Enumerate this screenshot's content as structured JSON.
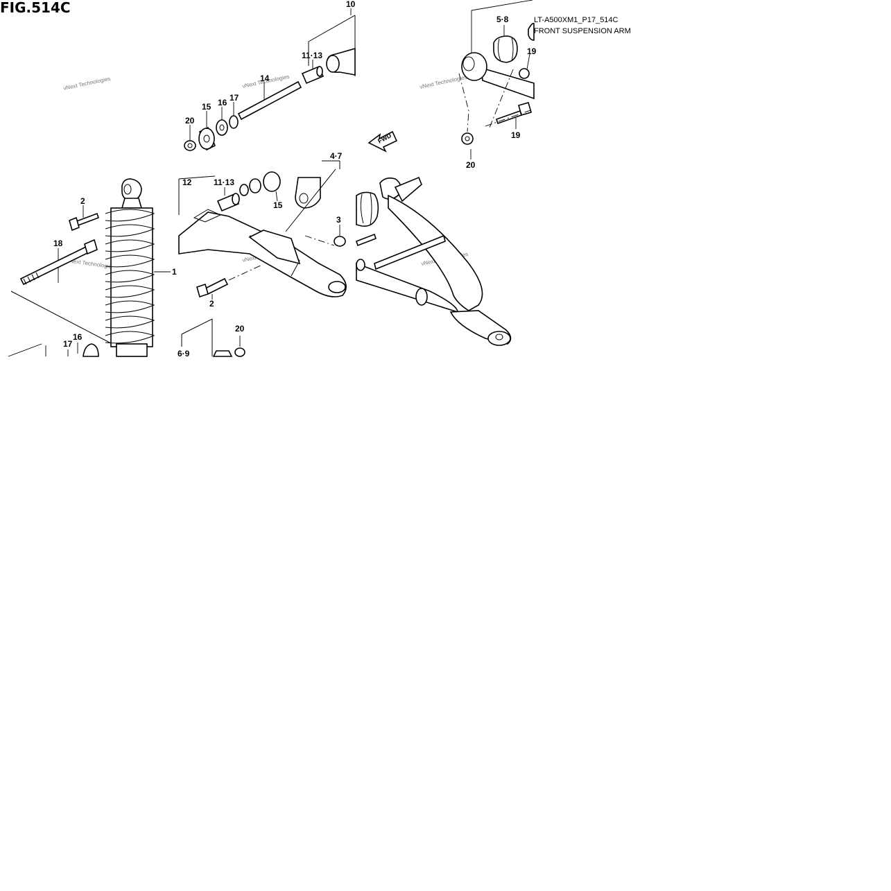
{
  "figure": {
    "title": "FIG.514C",
    "code": "LT-A500XM1_P17_514C",
    "subtitle": "FRONT SUSPENSION ARM",
    "direction_label": "FWD",
    "watermark": "vNext Technologies"
  },
  "callouts": [
    {
      "id": "c-10",
      "text": "10"
    },
    {
      "id": "c-11-13-top",
      "text": "11·13"
    },
    {
      "id": "c-14",
      "text": "14"
    },
    {
      "id": "c-15-top",
      "text": "15"
    },
    {
      "id": "c-16-top",
      "text": "16"
    },
    {
      "id": "c-17-top",
      "text": "17"
    },
    {
      "id": "c-20-top",
      "text": "20"
    },
    {
      "id": "c-5-8",
      "text": "5·8"
    },
    {
      "id": "c-19-upper",
      "text": "19"
    },
    {
      "id": "c-19-lower",
      "text": "19"
    },
    {
      "id": "c-20-right",
      "text": "20"
    },
    {
      "id": "c-4-7",
      "text": "4·7"
    },
    {
      "id": "c-12",
      "text": "12"
    },
    {
      "id": "c-11-13-mid",
      "text": "11·13"
    },
    {
      "id": "c-15-mid",
      "text": "15"
    },
    {
      "id": "c-3",
      "text": "3"
    },
    {
      "id": "c-2-left",
      "text": "2"
    },
    {
      "id": "c-2-mid",
      "text": "2"
    },
    {
      "id": "c-18",
      "text": "18"
    },
    {
      "id": "c-1",
      "text": "1"
    },
    {
      "id": "c-17-bottom",
      "text": "17"
    },
    {
      "id": "c-16-bottom",
      "text": "16"
    },
    {
      "id": "c-6-9",
      "text": "6·9"
    },
    {
      "id": "c-20-bottom",
      "text": "20"
    }
  ]
}
